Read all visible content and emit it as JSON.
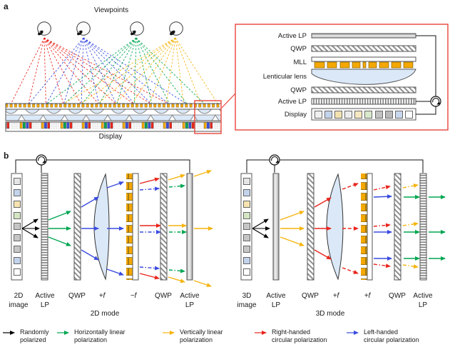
{
  "colors": {
    "random": "#000000",
    "h_linear": "#00a651",
    "v_linear": "#f6b40e",
    "rh_circular": "#e8251d",
    "lh_circular": "#3a4be0",
    "mll_gold": "#f5a800",
    "lens_fill": "#dbe8f7",
    "highlight_red": "#e8453c"
  },
  "panel_a": {
    "label": "a",
    "viewpoints_label": "Viewpoints",
    "display_label": "Display",
    "inset": {
      "layers": [
        "Active LP",
        "QWP",
        "MLL",
        "Lenticular lens",
        "QWP",
        "Active LP",
        "Display"
      ],
      "display_pixels": [
        "#f0f0f0",
        "#c3d3ec",
        "#f3e2b0",
        "#ededed",
        "#f6e8c0",
        "#d9e8cc",
        "#c2c2c2",
        "#b9b9b9",
        "#c9d7ee",
        "#ffffff"
      ]
    }
  },
  "panel_b": {
    "label": "b",
    "left": {
      "image_label": [
        "2D",
        "image"
      ],
      "lp_in_label": [
        "Active",
        "LP"
      ],
      "qwp1_label": "QWP",
      "lens_label": "+f",
      "mll_label": "−f",
      "qwp2_label": "QWP",
      "lp_out_label": [
        "Active",
        "LP"
      ],
      "mode_label": "2D mode",
      "image_pixels": [
        "#e6e6e6",
        "#c3d3ec",
        "#f6e3ae",
        "#d5e6c3",
        "#c6c6c6",
        "#c6c6c6",
        "#c6c6c6",
        "#c3d3ec",
        "#ffffff"
      ]
    },
    "right": {
      "image_label": [
        "3D",
        "image"
      ],
      "lp_in_label": [
        "Active",
        "LP"
      ],
      "qwp1_label": "QWP",
      "lens_label": "+f",
      "mll_label": "+f",
      "qwp2_label": "QWP",
      "lp_out_label": [
        "Active",
        "LP"
      ],
      "mode_label": "3D mode",
      "image_pixels": [
        "#e6e6e6",
        "#c3d3ec",
        "#f6e3ae",
        "#d5e6c3",
        "#c6c6c6",
        "#c6c6c6",
        "#c6c6c6",
        "#c3d3ec",
        "#ffffff"
      ]
    }
  },
  "legend": {
    "items": [
      {
        "label": [
          "Randomly",
          "polarized"
        ],
        "color": "random"
      },
      {
        "label": [
          "Horizontally linear",
          "polarization"
        ],
        "color": "h_linear"
      },
      {
        "label": [
          "Vertically linear",
          "polarization"
        ],
        "color": "v_linear"
      },
      {
        "label": [
          "Right-handed",
          "circular polarization"
        ],
        "color": "rh_circular"
      },
      {
        "label": [
          "Left-handed",
          "circular polarization"
        ],
        "color": "lh_circular"
      }
    ]
  }
}
